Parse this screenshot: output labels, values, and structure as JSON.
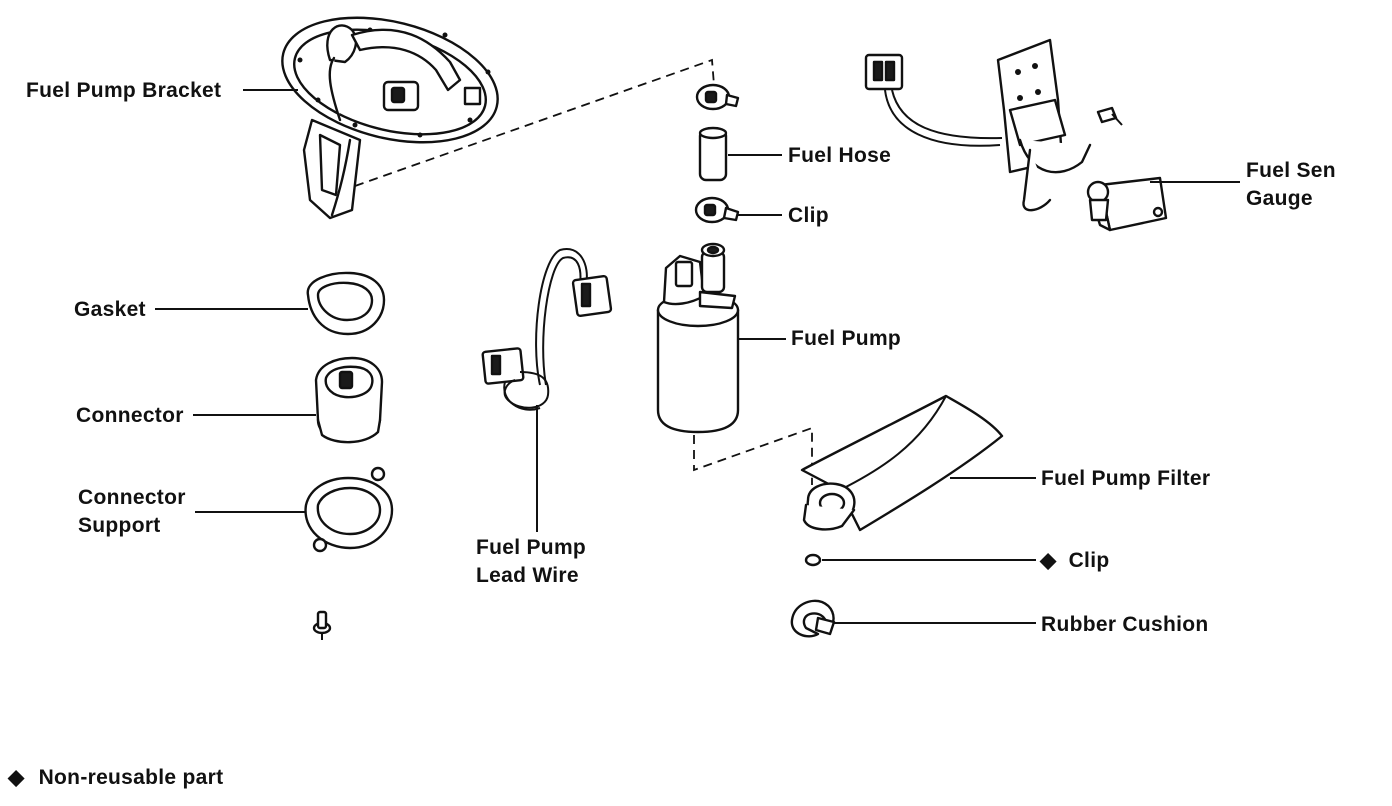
{
  "labels": {
    "fuel_pump_bracket": "Fuel Pump Bracket",
    "fuel_hose": "Fuel Hose",
    "clip_top": "Clip",
    "fuel_sender_gauge_line1": "Fuel Sen",
    "fuel_sender_gauge_line2": "Gauge",
    "gasket": "Gasket",
    "connector": "Connector",
    "connector_support_line1": "Connector",
    "connector_support_line2": "Support",
    "fuel_pump": "Fuel Pump",
    "fuel_pump_lead_wire_line1": "Fuel Pump",
    "fuel_pump_lead_wire_line2": "Lead Wire",
    "fuel_pump_filter": "Fuel Pump Filter",
    "clip_bottom": "Clip",
    "rubber_cushion": "Rubber Cushion"
  },
  "legend": {
    "symbol": "◆",
    "text": "Non-reusable part"
  },
  "colors": {
    "ink": "#111111",
    "paper": "#ffffff"
  }
}
